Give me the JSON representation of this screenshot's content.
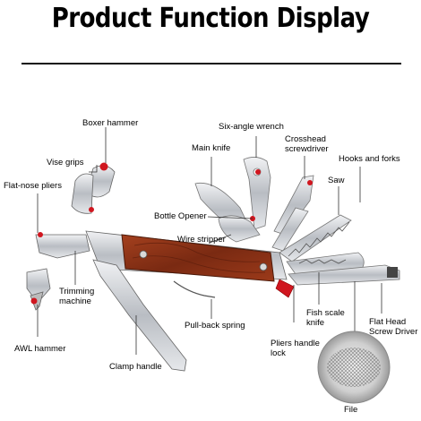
{
  "title": "Product Function Display",
  "colors": {
    "accent": "#d0161f",
    "wood": "#8a2f14",
    "steel": "#c9ccd1"
  },
  "labels": {
    "boxer_hammer": "Boxer hammer",
    "vise_grips": "Vise grips",
    "flat_nose_pliers": "Flat-nose pliers",
    "trimming_machine": "Trimming\nmachine",
    "awl_hammer": "AWL hammer",
    "clamp_handle": "Clamp handle",
    "pull_back_spring": "Pull-back spring",
    "wire_stripper": "Wire stripper",
    "bottle_opener": "Bottle Opener",
    "main_knife": "Main knife",
    "six_angle_wrench": "Six-angle wrench",
    "crosshead_screwdriver": "Crosshead\nscrewdriver",
    "hooks_and_forks": "Hooks and forks",
    "saw": "Saw",
    "fish_scale_knife": "Fish scale\nknife",
    "pliers_handle_lock": "Pliers handle\nlock",
    "flat_head_screw_driver": "Flat Head\nScrew Driver",
    "file": "File"
  }
}
